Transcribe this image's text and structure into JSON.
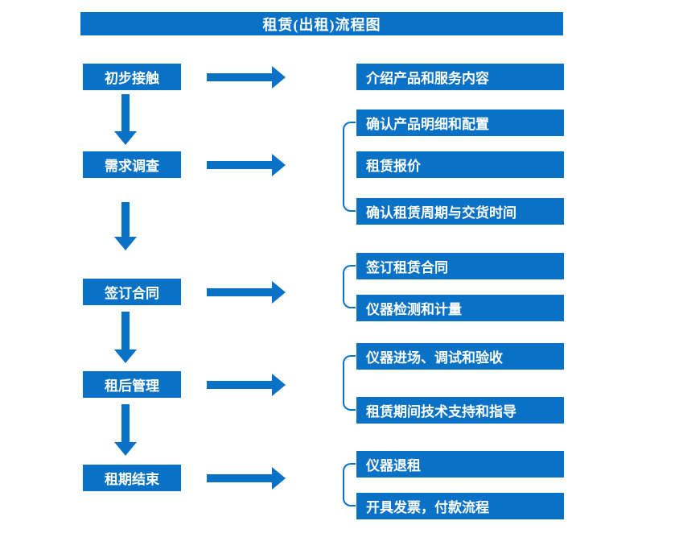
{
  "title": "租赁(出租)流程图",
  "colors": {
    "primary": "#0a72c6",
    "text_on_primary": "#ffffff",
    "background": "#ffffff"
  },
  "steps": [
    {
      "label": "初步接触",
      "details": [
        "介绍产品和服务内容"
      ]
    },
    {
      "label": "需求调查",
      "details": [
        "确认产品明细和配置",
        "租赁报价",
        "确认租赁周期与交货时间"
      ]
    },
    {
      "label": "签订合同",
      "details": [
        "签订租赁合同",
        "仪器检测和计量"
      ]
    },
    {
      "label": "租后管理",
      "details": [
        "仪器进场、调试和验收",
        "租赁期间技术支持和指导"
      ]
    },
    {
      "label": "租期结束",
      "details": [
        "仪器退租",
        "开具发票，付款流程"
      ]
    }
  ]
}
